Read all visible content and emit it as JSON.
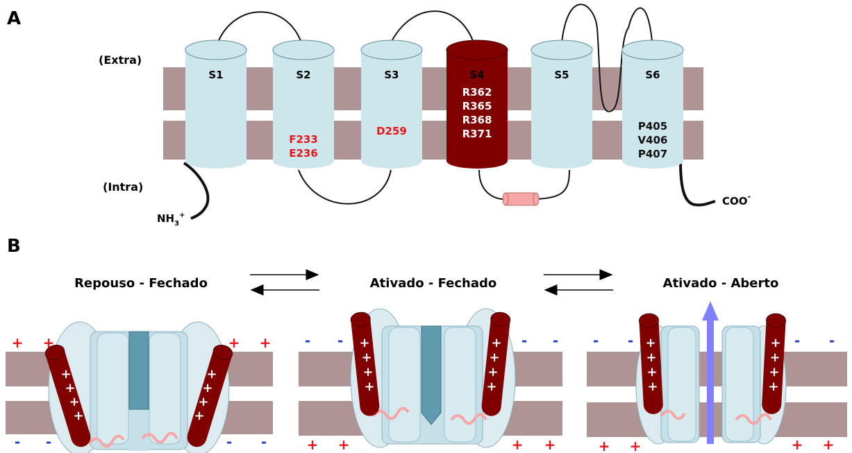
{
  "panel_a": {
    "label": "A",
    "extra_label": "(Extra)",
    "intra_label": "(Intra)",
    "n_terminus": "NH",
    "n_terminus_sub": "3",
    "n_terminus_sup": "+",
    "c_terminus": "COO",
    "c_terminus_sup": "-",
    "segments": [
      {
        "name": "S1",
        "residues": []
      },
      {
        "name": "S2",
        "residues": [
          "F233",
          "E236"
        ]
      },
      {
        "name": "S3",
        "residues": [
          "D259"
        ]
      },
      {
        "name": "S4",
        "residues": [
          "R362",
          "R365",
          "R368",
          "R371"
        ]
      },
      {
        "name": "S5",
        "residues": []
      },
      {
        "name": "S6",
        "residues": [
          "P405",
          "V406",
          "P407"
        ]
      }
    ]
  },
  "panel_b": {
    "label": "B",
    "states": [
      {
        "label": "Repouso - Fechado"
      },
      {
        "label": "Ativado - Fechado"
      },
      {
        "label": "Ativado - Aberto"
      }
    ],
    "plus": "+",
    "minus": "-"
  },
  "colors": {
    "membrane": "#ae9494",
    "helix": "#cde6ec",
    "s4": "#800000",
    "pore": "#5f9aae",
    "red_text": "#e8141b",
    "blue_text": "#1f3fc9",
    "arrow_blue": "#7f7fff",
    "pink_helix": "#f7a6a6"
  }
}
